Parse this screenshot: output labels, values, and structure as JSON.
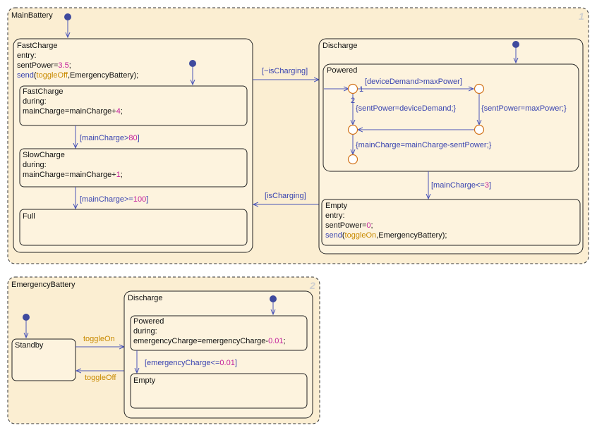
{
  "main_battery": {
    "name": "MainBattery",
    "order": "1",
    "fast_charge_parent": {
      "name": "FastCharge",
      "entry": "entry:",
      "power_prefix": "sentPower=",
      "power_val": "3.5",
      "power_end": ";",
      "send_fn": "send",
      "send_open": "(",
      "send_evt": "toggleOff",
      "send_rest": ",EmergencyBattery);"
    },
    "fast_charge_child": {
      "name": "FastCharge",
      "during": "during:",
      "action_prefix": "mainCharge=mainCharge+",
      "action_val": "4",
      "action_end": ";"
    },
    "slow_charge": {
      "name": "SlowCharge",
      "during": "during:",
      "action_prefix": "mainCharge=mainCharge+",
      "action_val": "1",
      "action_end": ";"
    },
    "full": {
      "name": "Full"
    },
    "t_fast_slow": {
      "prefix": "[mainCharge>",
      "val": "80",
      "suffix": "]"
    },
    "t_slow_full": {
      "prefix": "[mainCharge>=",
      "val": "100",
      "suffix": "]"
    },
    "t_not_charging": "[~isCharging]",
    "t_charging": "[isCharging]",
    "discharge": {
      "name": "Discharge"
    },
    "powered": {
      "name": "Powered"
    },
    "t_demand": "[deviceDemand>maxPower]",
    "t_sent_demand": "{sentPower=deviceDemand;}",
    "t_sent_max": "{sentPower=maxPower;}",
    "t_main_charge": "{mainCharge=mainCharge-sentPower;}",
    "junction_order_1": "1",
    "junction_order_2": "2",
    "t_empty": {
      "prefix": "[mainCharge<=",
      "val": "3",
      "suffix": "]"
    },
    "empty": {
      "name": "Empty",
      "entry": "entry:",
      "power_prefix": "sentPower=",
      "power_val": "0",
      "power_end": ";",
      "send_fn": "send",
      "send_open": "(",
      "send_evt": "toggleOn",
      "send_rest": ",EmergencyBattery);"
    }
  },
  "emergency_battery": {
    "name": "EmergencyBattery",
    "order": "2",
    "standby": {
      "name": "Standby"
    },
    "t_toggle_on": "toggleOn",
    "t_toggle_off": "toggleOff",
    "discharge": {
      "name": "Discharge"
    },
    "powered": {
      "name": "Powered",
      "during": "during:",
      "action_prefix": "emergencyCharge=emergencyCharge-",
      "action_val": "0.01",
      "action_end": ";"
    },
    "t_empty": {
      "prefix": "[emergencyCharge<=",
      "val": "0.01",
      "suffix": "]"
    },
    "empty": {
      "name": "Empty"
    }
  },
  "colors": {
    "state_fill": "#fdf3de",
    "transition": "#3a44b0",
    "event": "#c88a00",
    "number": "#c3209c",
    "junction": "#d2731a"
  }
}
